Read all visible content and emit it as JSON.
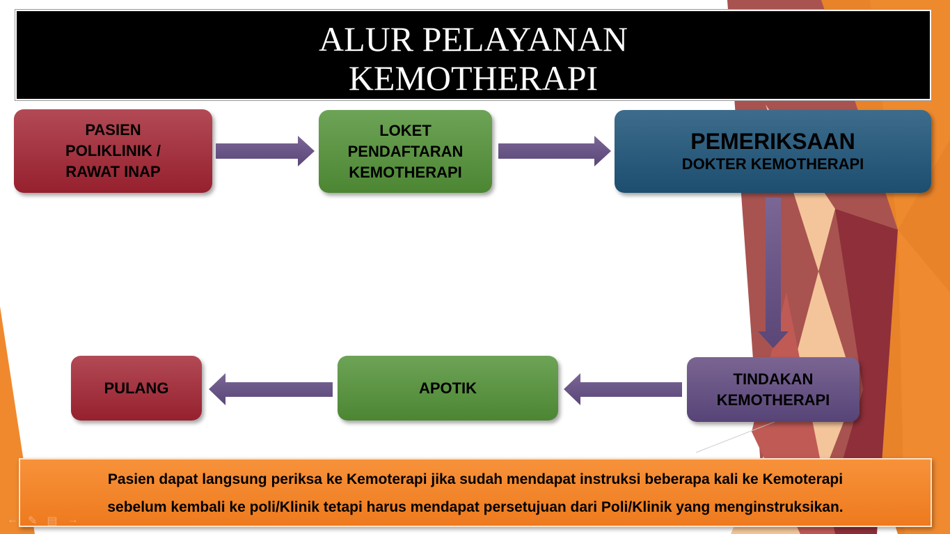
{
  "title": {
    "line1": "ALUR PELAYANAN",
    "line2": "KEMOTHERAPI"
  },
  "steps": [
    {
      "lines": [
        "PASIEN",
        "POLIKLINIK /",
        "RAWAT INAP"
      ]
    },
    {
      "lines": [
        "LOKET",
        "PENDAFTARAN",
        "KEMOTHERAPI"
      ]
    },
    {
      "lines": [
        "PEMERIKSAAN",
        "DOKTER KEMOTHERAPI"
      ]
    },
    {
      "lines": [
        "TINDAKAN",
        "KEMOTHERAPI"
      ]
    },
    {
      "lines": [
        "APOTIK"
      ]
    },
    {
      "lines": [
        "PULANG"
      ]
    }
  ],
  "note": {
    "line1": "Pasien dapat langsung periksa ke Kemoterapi jika sudah mendapat instruksi beberapa kali ke Kemoterapi",
    "line2": "sebelum kembali ke poli/Klinik tetapi harus mendapat persetujuan dari Poli/Klinik yang menginstruksikan."
  },
  "colors": {
    "red": "#a3303c",
    "green": "#5c953f",
    "blue": "#2c5a7a",
    "purple": "#675283",
    "arrow": "#6a5585",
    "note": "#f08429"
  }
}
